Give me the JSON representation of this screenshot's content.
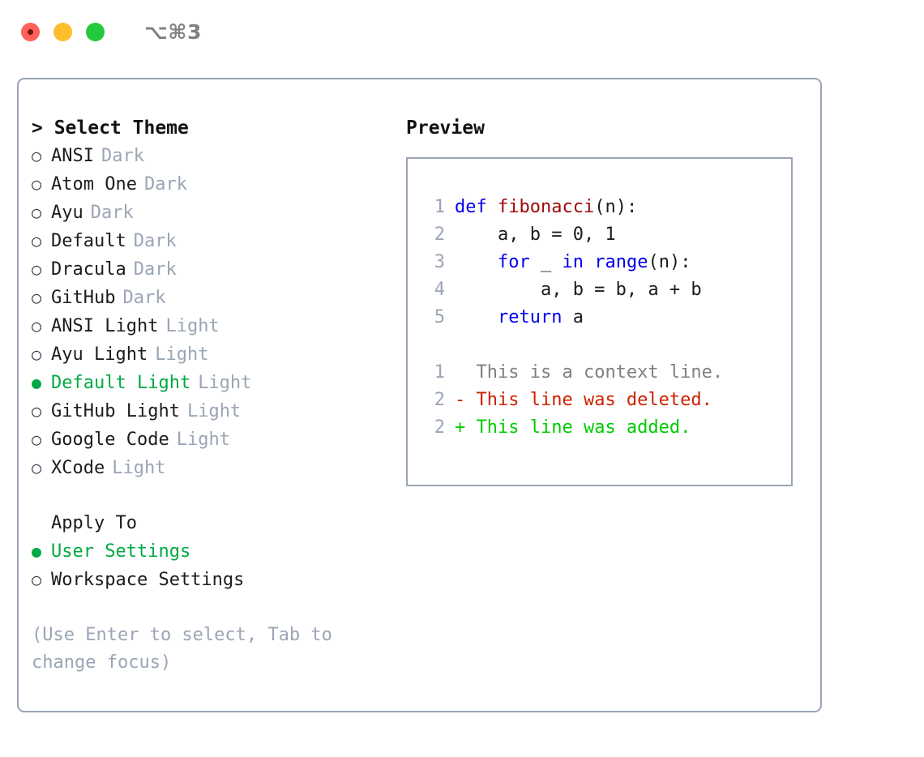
{
  "window": {
    "title": "⌥⌘3",
    "traffic_lights": [
      "close-red",
      "minimize-yellow",
      "maximize-green"
    ]
  },
  "left_panel": {
    "header": "> Select Theme",
    "themes": [
      {
        "bullet": "○",
        "label": "ANSI",
        "tag": "Dark",
        "selected": false
      },
      {
        "bullet": "○",
        "label": "Atom One",
        "tag": "Dark",
        "selected": false
      },
      {
        "bullet": "○",
        "label": "Ayu",
        "tag": "Dark",
        "selected": false
      },
      {
        "bullet": "○",
        "label": "Default",
        "tag": "Dark",
        "selected": false
      },
      {
        "bullet": "○",
        "label": "Dracula",
        "tag": "Dark",
        "selected": false
      },
      {
        "bullet": "○",
        "label": "GitHub",
        "tag": "Dark",
        "selected": false
      },
      {
        "bullet": "○",
        "label": "ANSI Light",
        "tag": "Light",
        "selected": false
      },
      {
        "bullet": "○",
        "label": "Ayu Light",
        "tag": "Light",
        "selected": false
      },
      {
        "bullet": "●",
        "label": "Default Light",
        "tag": "Light",
        "selected": true
      },
      {
        "bullet": "○",
        "label": "GitHub Light",
        "tag": "Light",
        "selected": false
      },
      {
        "bullet": "○",
        "label": "Google Code",
        "tag": "Light",
        "selected": false
      },
      {
        "bullet": "○",
        "label": "XCode",
        "tag": "Light",
        "selected": false
      }
    ],
    "apply_to": {
      "header": "Apply To",
      "options": [
        {
          "bullet": "●",
          "label": "User Settings",
          "selected": true
        },
        {
          "bullet": "○",
          "label": "Workspace Settings",
          "selected": false
        }
      ]
    },
    "hint": "(Use Enter to select, Tab to change focus)"
  },
  "right_panel": {
    "header": "Preview",
    "code_lines": [
      {
        "num": "1",
        "segments": [
          {
            "text": "def ",
            "style": "kw"
          },
          {
            "text": "fibonacci",
            "style": "fn"
          },
          {
            "text": "(n):",
            "style": "pl"
          }
        ]
      },
      {
        "num": "2",
        "segments": [
          {
            "text": "    a, b = 0, 1",
            "style": "pl"
          }
        ]
      },
      {
        "num": "3",
        "segments": [
          {
            "text": "    ",
            "style": "pl"
          },
          {
            "text": "for",
            "style": "kw"
          },
          {
            "text": " _ ",
            "style": "pl"
          },
          {
            "text": "in",
            "style": "kw"
          },
          {
            "text": " ",
            "style": "pl"
          },
          {
            "text": "range",
            "style": "kw"
          },
          {
            "text": "(n):",
            "style": "pl"
          }
        ]
      },
      {
        "num": "4",
        "segments": [
          {
            "text": "        a, b = b, a + b",
            "style": "pl"
          }
        ]
      },
      {
        "num": "5",
        "segments": [
          {
            "text": "    ",
            "style": "pl"
          },
          {
            "text": "return",
            "style": "kw"
          },
          {
            "text": " a",
            "style": "pl"
          }
        ]
      }
    ],
    "diff_lines": [
      {
        "num": "1",
        "marker": "  ",
        "text": "This is a context line.",
        "kind": "ctx"
      },
      {
        "num": "2",
        "marker": "- ",
        "text": "This line was deleted.",
        "kind": "del"
      },
      {
        "num": "2",
        "marker": "+ ",
        "text": "This line was added.",
        "kind": "add"
      }
    ]
  },
  "colors": {
    "accent_green": "#00aa44",
    "diff_add": "#00cc00",
    "diff_del": "#cc2200",
    "muted": "#9aa5b5",
    "keyword": "#0000ee",
    "function": "#a00808",
    "border": "#9aa5b5"
  }
}
